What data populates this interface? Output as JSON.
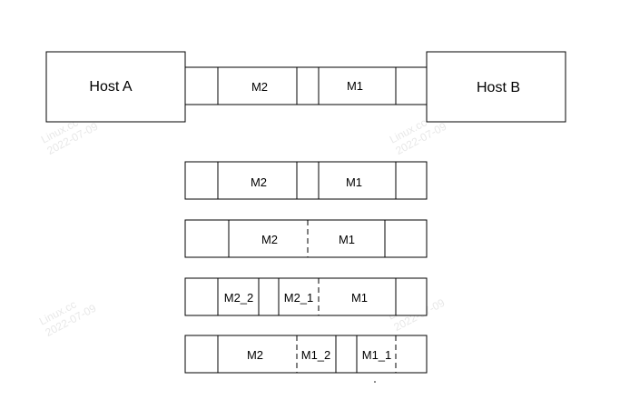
{
  "hosts": {
    "a": "Host A",
    "b": "Host B"
  },
  "top_link": {
    "labels": [
      "M2",
      "M1"
    ]
  },
  "rows": [
    {
      "labels": [
        "M2",
        "M1"
      ]
    },
    {
      "labels": [
        "M2",
        "M1"
      ]
    },
    {
      "labels": [
        "M2_2",
        "M2_1",
        "M1"
      ]
    },
    {
      "labels": [
        "M2",
        "M1_2",
        "M1_1"
      ]
    }
  ],
  "watermark": {
    "name": "Linux.cc",
    "date": "2022-07-09"
  }
}
